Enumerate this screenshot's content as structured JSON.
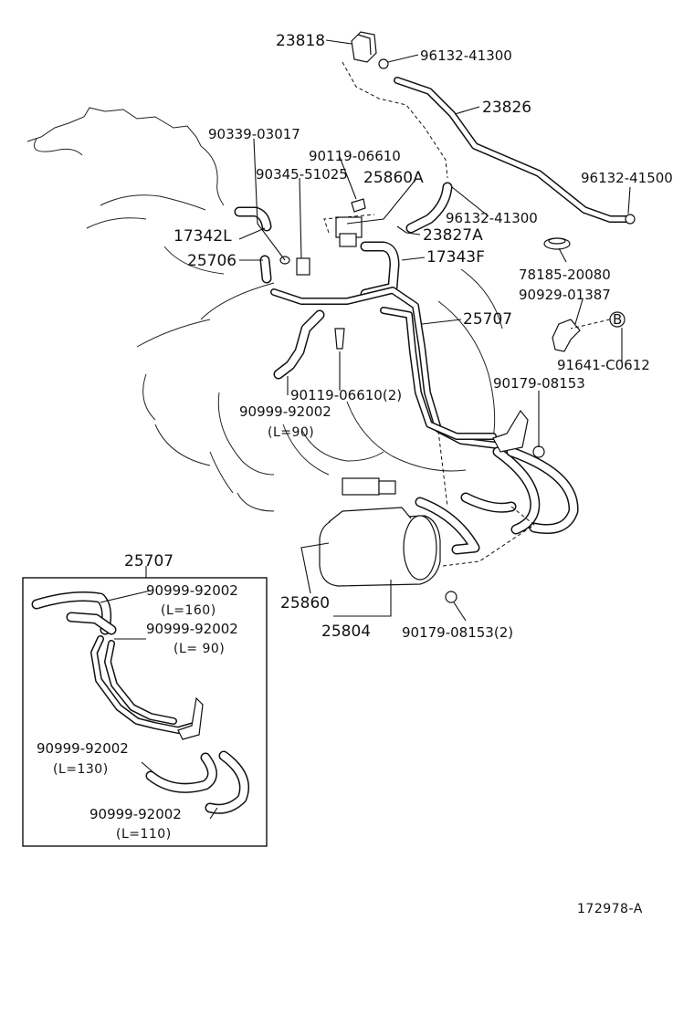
{
  "callouts": [
    {
      "id": "c1",
      "text": "23818"
    },
    {
      "id": "c2",
      "text": "96132-41300"
    },
    {
      "id": "c3",
      "text": "23826"
    },
    {
      "id": "c4",
      "text": "90339-03017"
    },
    {
      "id": "c5",
      "text": "90119-06610"
    },
    {
      "id": "c6",
      "text": "90345-51025"
    },
    {
      "id": "c7",
      "text": "25860A"
    },
    {
      "id": "c8",
      "text": "96132-41500"
    },
    {
      "id": "c9",
      "text": "17342L"
    },
    {
      "id": "c10",
      "text": "96132-41300"
    },
    {
      "id": "c11",
      "text": "23827A"
    },
    {
      "id": "c12",
      "text": "25706"
    },
    {
      "id": "c13",
      "text": "17343F"
    },
    {
      "id": "c14",
      "text": "78185-20080"
    },
    {
      "id": "c15",
      "text": "90929-01387"
    },
    {
      "id": "c16",
      "text": "25707"
    },
    {
      "id": "c17",
      "text": "B"
    },
    {
      "id": "c18",
      "text": "91641-C0612"
    },
    {
      "id": "c19",
      "text": "90179-08153"
    },
    {
      "id": "c20",
      "text": "90999-92002"
    },
    {
      "id": "c21",
      "text": "(L=90)"
    },
    {
      "id": "c22",
      "text": "90119-06610(2)"
    },
    {
      "id": "c23",
      "text": "25860"
    },
    {
      "id": "c24",
      "text": "25804"
    },
    {
      "id": "c25",
      "text": "90179-08153(2)"
    },
    {
      "id": "c26",
      "text": "172978-A"
    }
  ],
  "inset": {
    "title": "25707",
    "labels": [
      {
        "id": "i1",
        "text": "90999-92002"
      },
      {
        "id": "i2",
        "text": "(L=160)"
      },
      {
        "id": "i3",
        "text": "90999-92002"
      },
      {
        "id": "i4",
        "text": "(L= 90)"
      },
      {
        "id": "i5",
        "text": "90999-92002"
      },
      {
        "id": "i6",
        "text": "(L=130)"
      },
      {
        "id": "i7",
        "text": "90999-92002"
      },
      {
        "id": "i8",
        "text": "(L=110)"
      }
    ]
  }
}
